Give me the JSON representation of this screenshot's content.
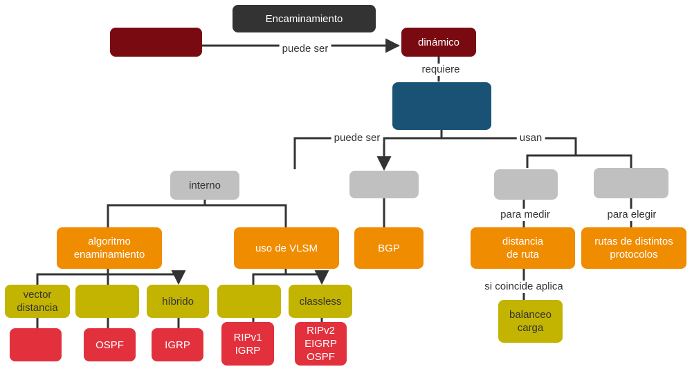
{
  "colors": {
    "dark": "#333333",
    "maroon": "#7a0a12",
    "blue": "#1a5276",
    "gray": "#c0c0c0",
    "orange": "#f08c00",
    "olive": "#c2b400",
    "red": "#e2313d",
    "line": "#333333"
  },
  "nodes": {
    "encaminamiento": "Encaminamiento",
    "estatico": "",
    "dinamico": "dinámico",
    "protocolos": "",
    "interno": "interno",
    "externo": "",
    "metrica": "",
    "distancia_admin": "",
    "algoritmo": "algoritmo\nenaminamiento",
    "vlsm": "uso de VLSM",
    "bgp": "BGP",
    "distancia_ruta": "distancia\nde ruta",
    "rutas_distintos": "rutas de distintos\nprotocolos",
    "vector": "vector\ndistancia",
    "estado_enlace": "",
    "hibrido": "híbrido",
    "classful": "",
    "classless": "classless",
    "balanceo": "balanceo\ncarga",
    "ex_vector": "",
    "ospf": "OSPF",
    "igrp": "IGRP",
    "ripv1": "RIPv1\nIGRP",
    "ripv2": "RIPv2\nEIGRP\nOSPF"
  },
  "labels": {
    "puede_ser_1": "puede ser",
    "requiere": "requiere",
    "puede_ser_2": "puede ser",
    "usan": "usan",
    "para_medir": "para medir",
    "para_elegir": "para elegir",
    "si_coincide": "si coincide aplica"
  }
}
